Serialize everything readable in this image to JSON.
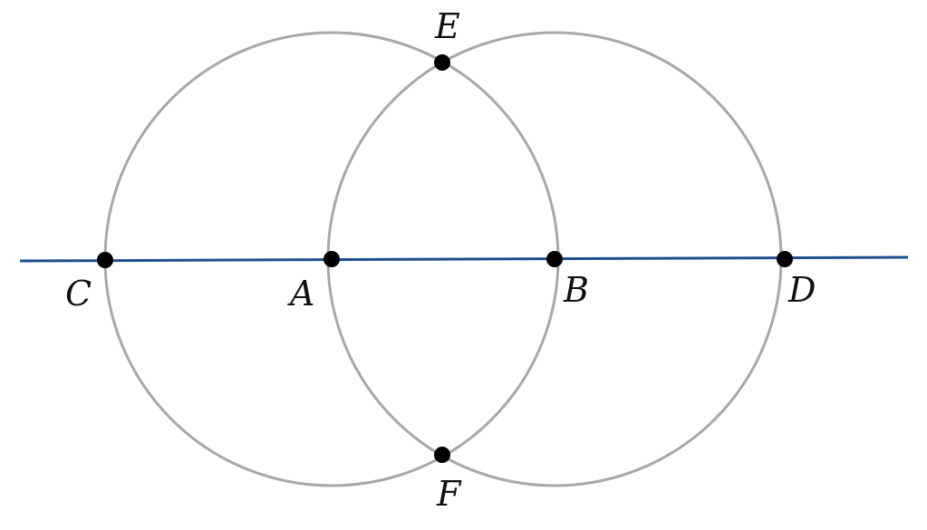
{
  "colors": {
    "circle_stroke": "#a8a8a8",
    "line_stroke": "#1f4e8c",
    "point_fill": "#000000",
    "label_fill": "#111111",
    "background": "#ffffff"
  },
  "labels": {
    "A": "A",
    "B": "B",
    "C": "C",
    "D": "D",
    "E": "E",
    "F": "F"
  }
}
